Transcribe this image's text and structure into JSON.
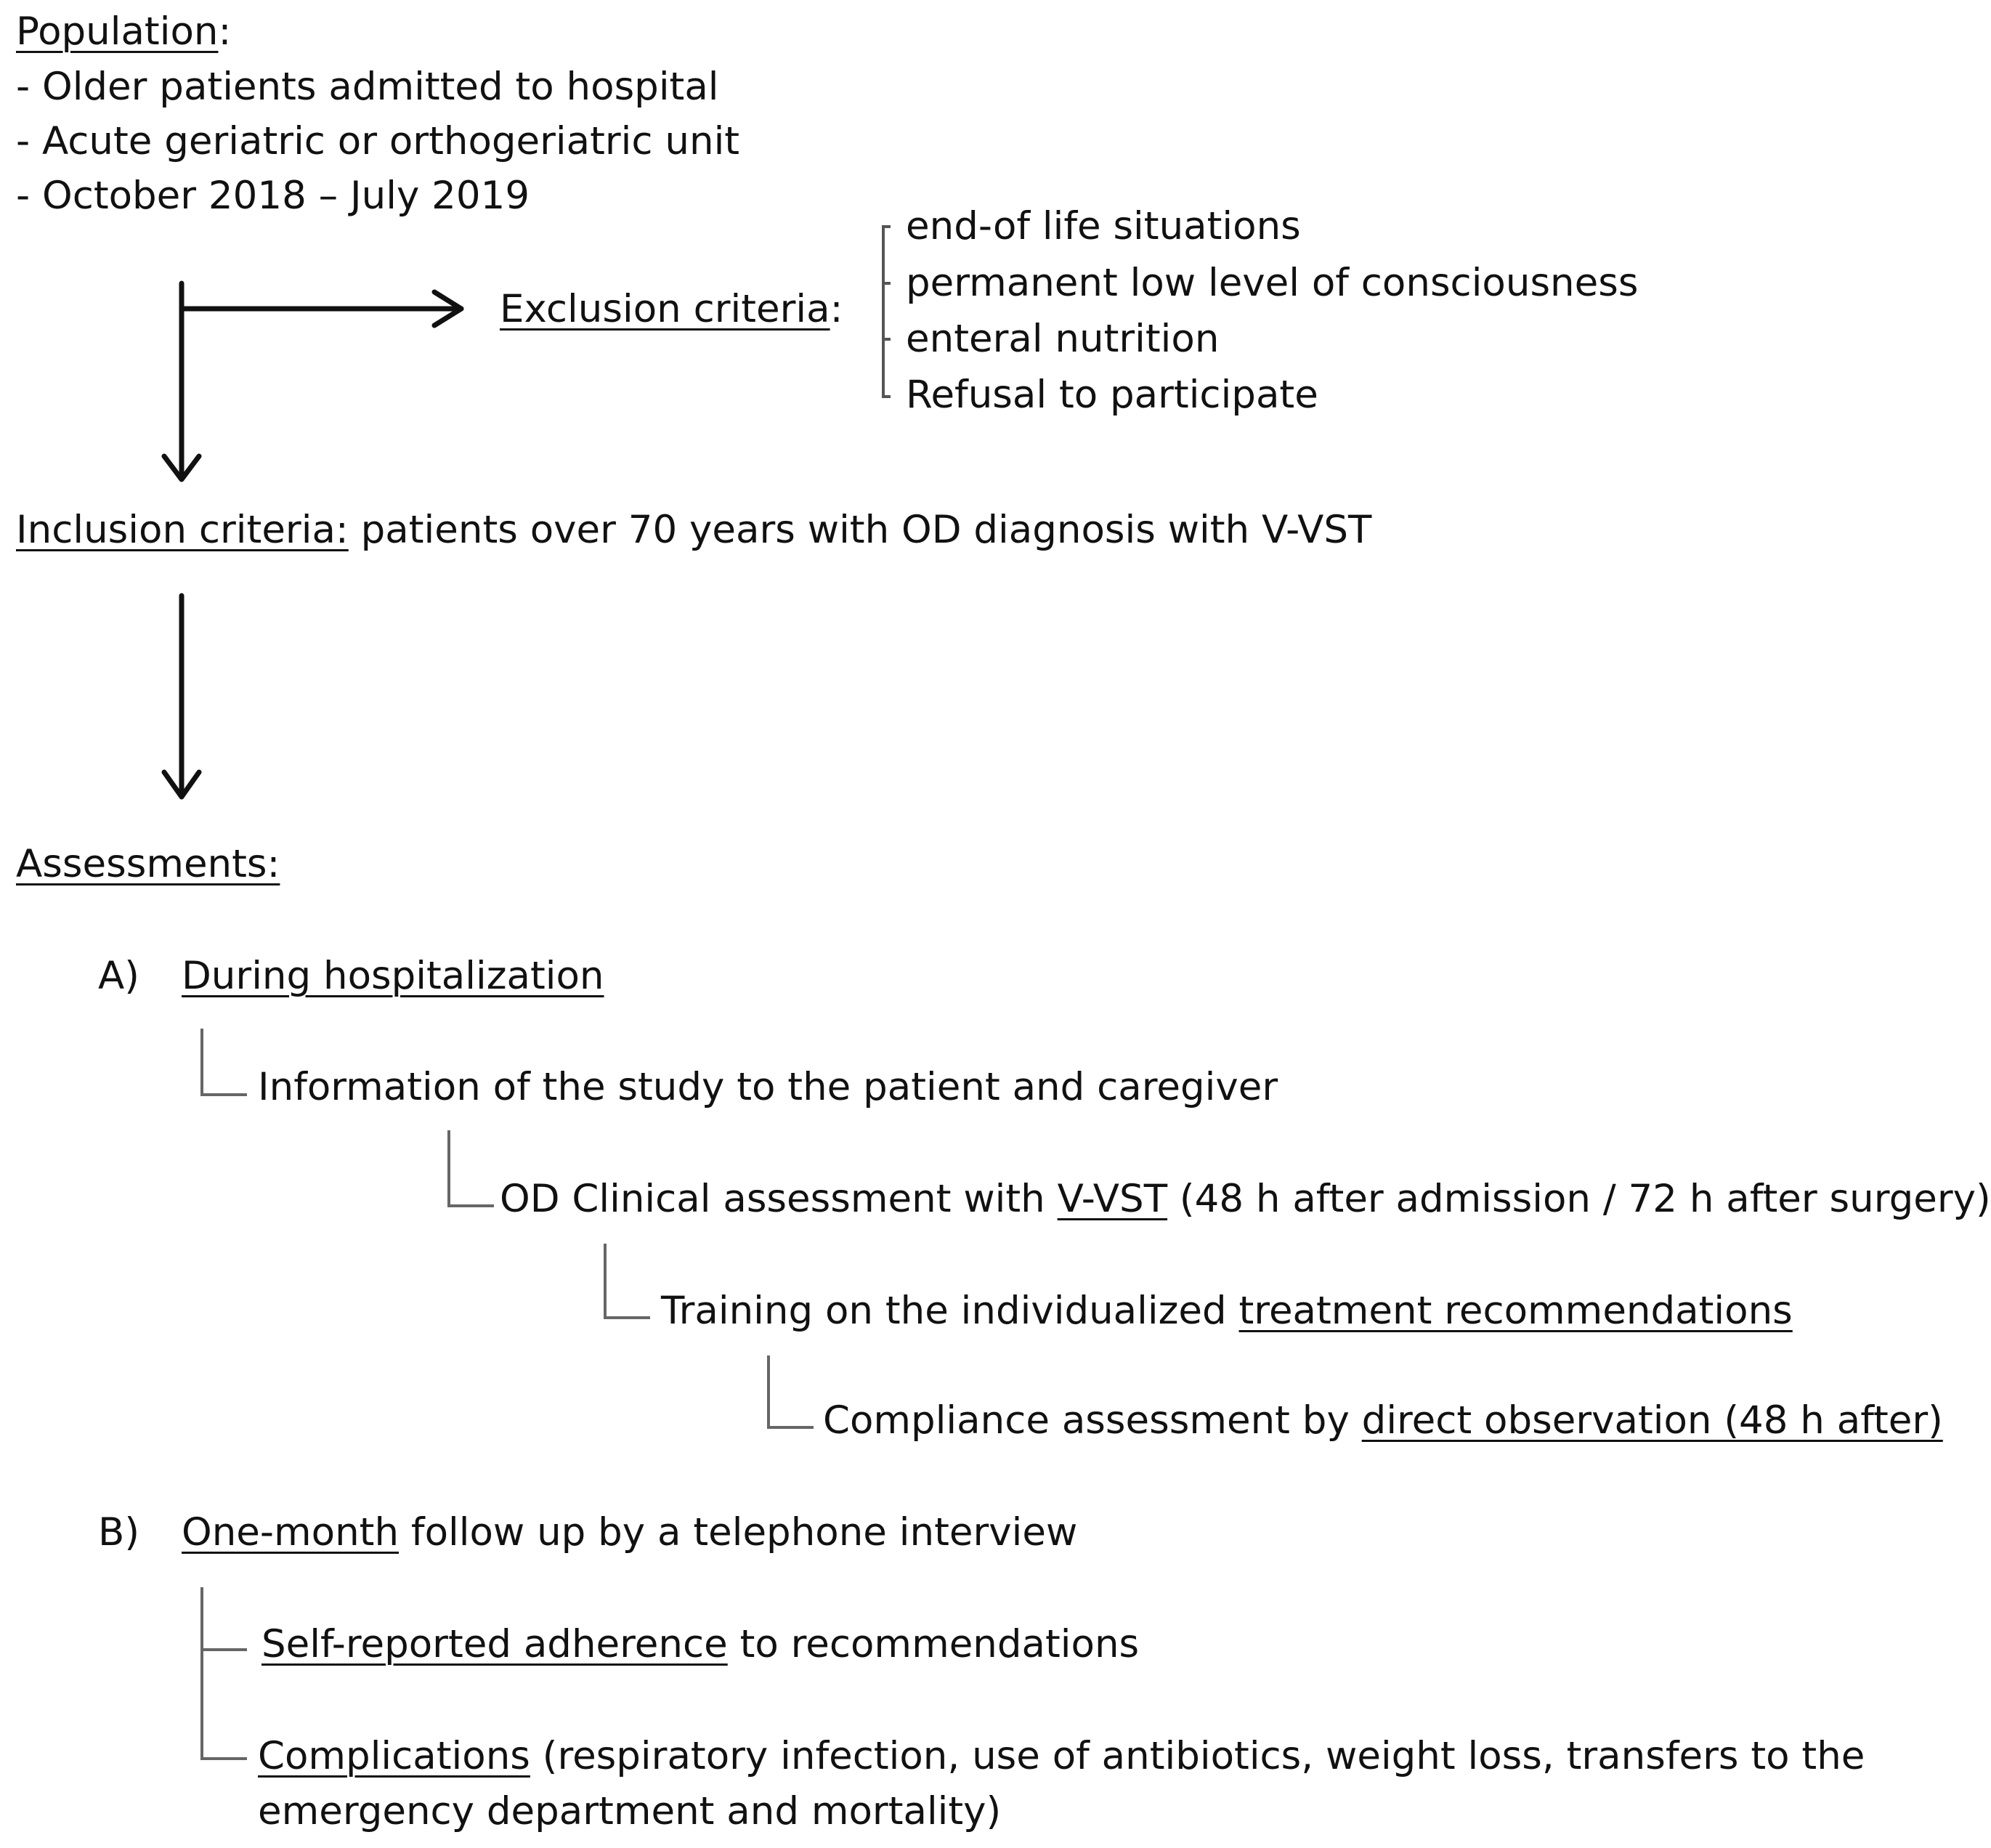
{
  "population": {
    "label": "Population",
    "colon": ":",
    "items": [
      "- Older patients admitted to hospital",
      "- Acute geriatric or orthogeriatric unit",
      "- October 2018 – July 2019"
    ]
  },
  "exclusion": {
    "label": "Exclusion criteria",
    "colon": ":",
    "items": [
      "end-of life situations",
      "permanent low level of consciousness",
      "enteral nutrition",
      "Refusal to participate"
    ]
  },
  "inclusion": {
    "label": "Inclusion criteria:",
    "text": " patients over 70 years with OD diagnosis with V-VST"
  },
  "assessments": {
    "label": "Assessments:",
    "a": {
      "marker": "A)",
      "title": "During hospitalization",
      "info": "Information of the study to the patient and caregiver",
      "clinical_prefix": "OD Clinical assessment with ",
      "clinical_link": "V-VST",
      "clinical_suffix": " (48 h after admission / 72 h after surgery)",
      "training_prefix": "Training on the individualized ",
      "training_link": "treatment recommendations",
      "compliance_prefix": "Compliance assessment by ",
      "compliance_link": "direct observation (48 h after)"
    },
    "b": {
      "marker": "B)",
      "title_link": "One-month",
      "title_rest": " follow up by a telephone interview",
      "adherence_link": "Self-reported adherence",
      "adherence_rest": " to recommendations",
      "complications_link": "Complications",
      "complications_rest": " (respiratory infection, use of antibiotics, weight loss, transfers to the",
      "complications_line2": "emergency department and mortality)"
    }
  }
}
